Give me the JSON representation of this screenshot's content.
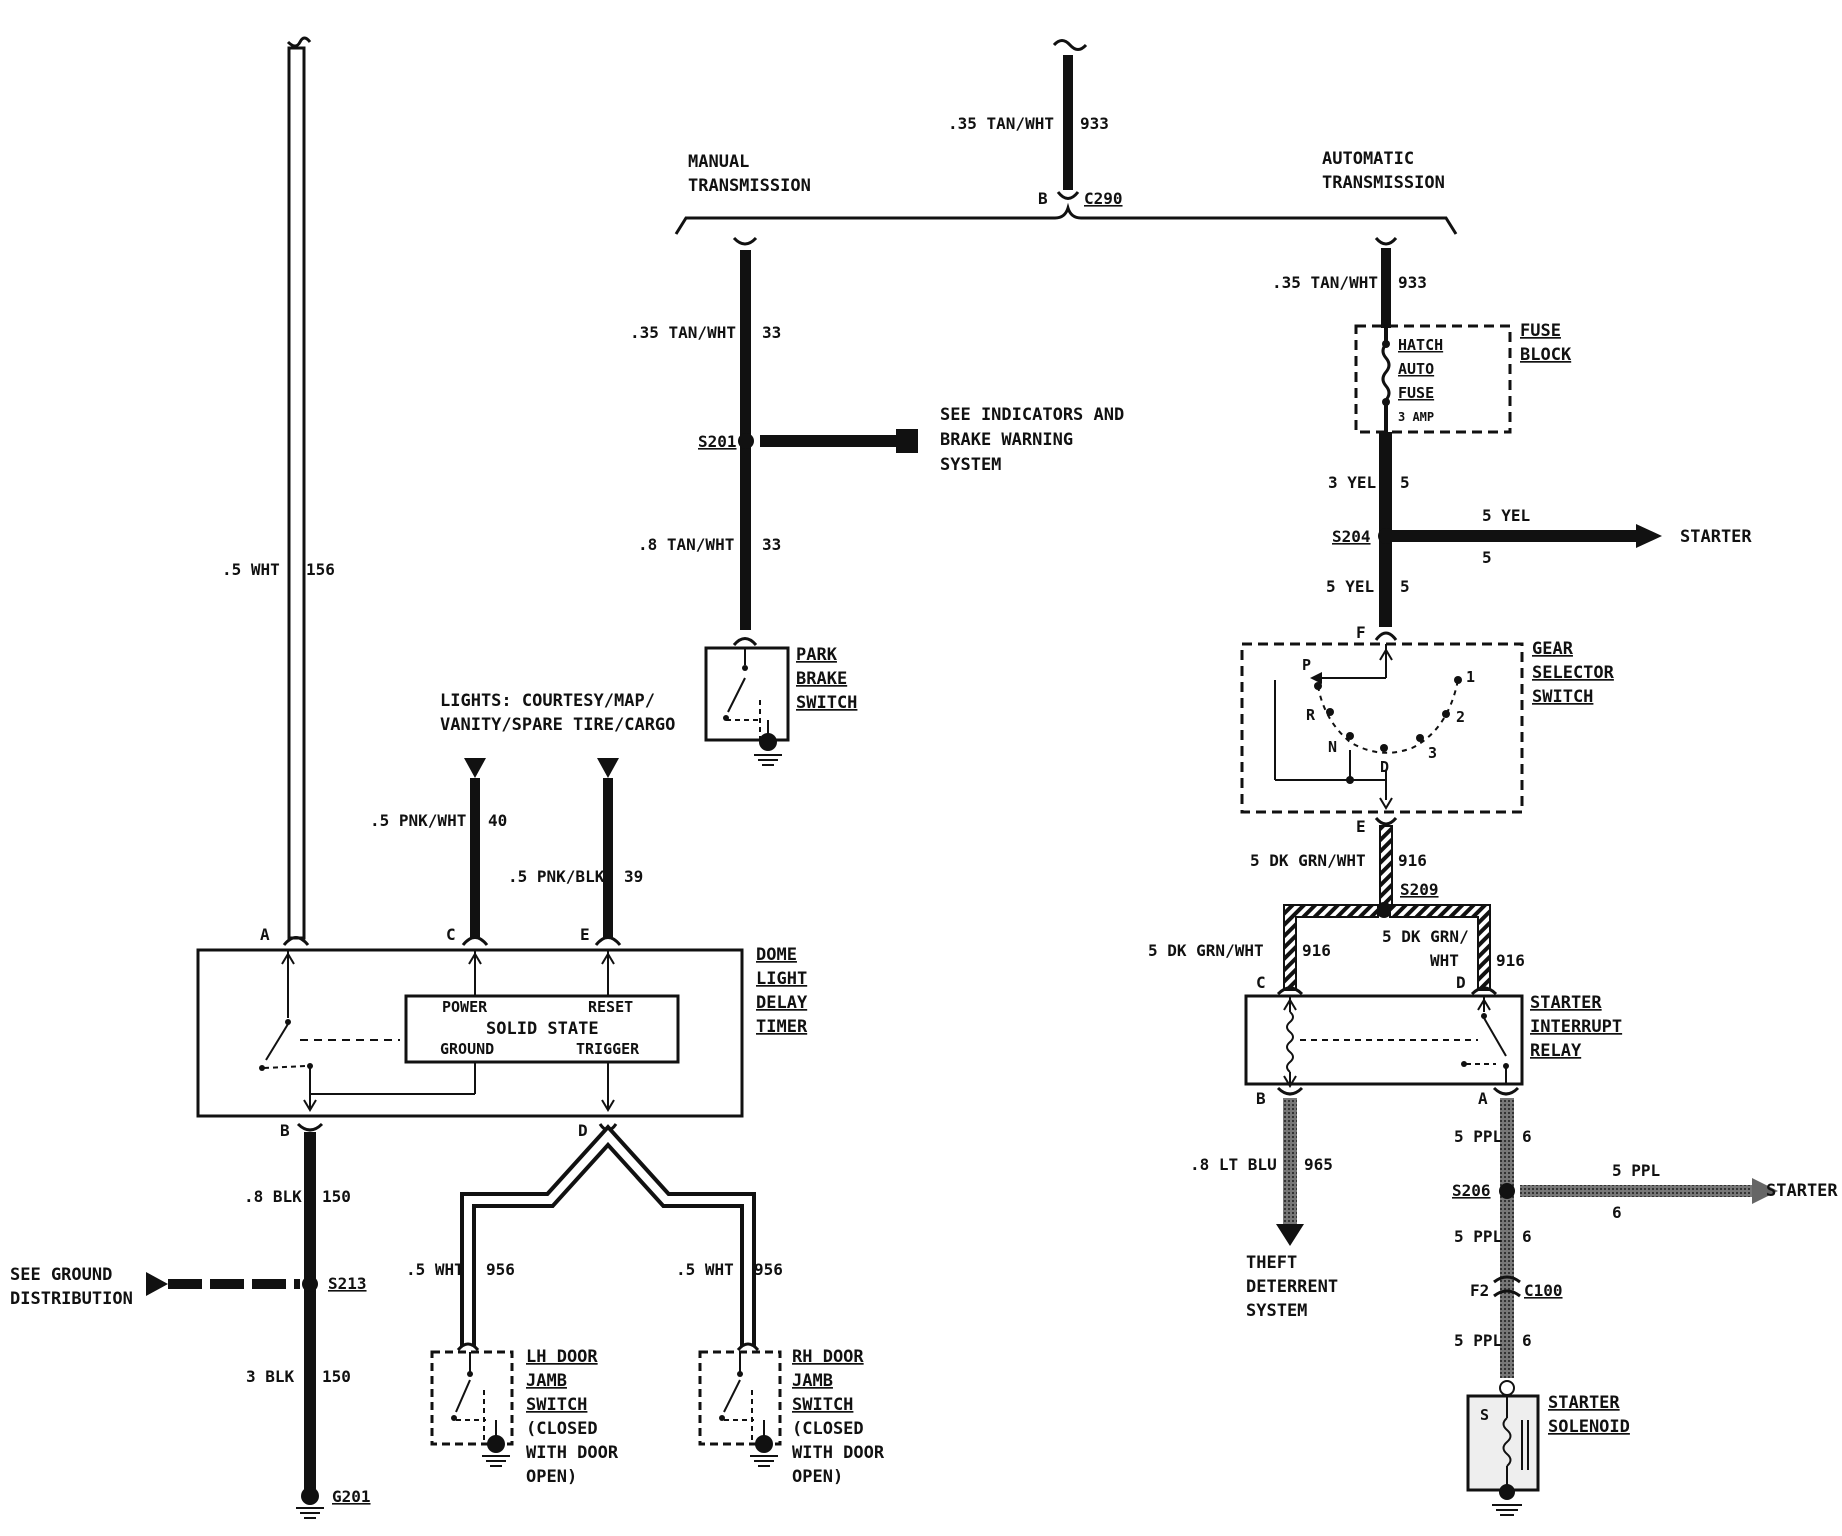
{
  "wires": {
    "wht_156": {
      "gauge": ".5 WHT",
      "circuit": "156"
    },
    "tan_933_top": {
      "gauge": ".35 TAN/WHT",
      "circuit": "933"
    },
    "tan_33_a": {
      "gauge": ".35 TAN/WHT",
      "circuit": "33"
    },
    "tan_33_b": {
      "gauge": ".8 TAN/WHT",
      "circuit": "33"
    },
    "tan_933_auto": {
      "gauge": ".35 TAN/WHT",
      "circuit": "933"
    },
    "yel_5_a": {
      "gauge": "3 YEL",
      "circuit": "5"
    },
    "yel_5_starter": {
      "gauge": "5 YEL",
      "circuit": "5"
    },
    "yel_5_b": {
      "gauge": "5 YEL",
      "circuit": "5"
    },
    "pnk_40": {
      "gauge": ".5 PNK/WHT",
      "circuit": "40"
    },
    "pnk_39": {
      "gauge": ".5 PNK/BLK",
      "circuit": "39"
    },
    "grn_916_a": {
      "gauge": "5 DK GRN/WHT",
      "circuit": "916"
    },
    "grn_916_b": {
      "gauge": "5 DK GRN/WHT",
      "circuit": "916"
    },
    "grn_916_c1": "5 DK GRN/",
    "grn_916_c2": "WHT",
    "grn_916_c_circuit": "916",
    "blk_150_a": {
      "gauge": ".8 BLK",
      "circuit": "150"
    },
    "blk_150_b": {
      "gauge": "3 BLK",
      "circuit": "150"
    },
    "wht_956_l": {
      "gauge": ".5 WHT",
      "circuit": "956"
    },
    "wht_956_r": {
      "gauge": ".5 WHT",
      "circuit": "956"
    },
    "blu_965": {
      "gauge": ".8 LT BLU",
      "circuit": "965"
    },
    "ppl_6_a": {
      "gauge": "5 PPL",
      "circuit": "6"
    },
    "ppl_6_starter": {
      "gauge": "5 PPL",
      "circuit": "6"
    },
    "ppl_6_b": {
      "gauge": "5 PPL",
      "circuit": "6"
    },
    "ppl_6_c": {
      "gauge": "5 PPL",
      "circuit": "6"
    }
  },
  "splices": {
    "s201": "S201",
    "s204": "S204",
    "s209": "S209",
    "s213": "S213",
    "s206": "S206"
  },
  "connectors": {
    "c290": "C290",
    "c290_pin": "B",
    "c100": "C100",
    "c100_pin": "F2",
    "g201": "G201"
  },
  "labels": {
    "manual": [
      "MANUAL",
      "TRANSMISSION"
    ],
    "automatic": [
      "AUTOMATIC",
      "TRANSMISSION"
    ],
    "see_indicators": [
      "SEE INDICATORS AND",
      "BRAKE WARNING",
      "SYSTEM"
    ],
    "starter_a": "STARTER",
    "starter_b": "STARTER",
    "lights": [
      "LIGHTS:  COURTESY/MAP/",
      "VANITY/SPARE TIRE/CARGO"
    ],
    "see_ground": [
      "SEE GROUND",
      "DISTRIBUTION"
    ],
    "theft": [
      "THEFT",
      "DETERRENT",
      "SYSTEM"
    ]
  },
  "components": {
    "fuse_block": [
      "FUSE",
      "BLOCK"
    ],
    "fuse": [
      "HATCH",
      "AUTO",
      "FUSE",
      "3 AMP"
    ],
    "park_brake": [
      "PARK",
      "BRAKE",
      "SWITCH"
    ],
    "gear_selector": [
      "GEAR",
      "SELECTOR",
      "SWITCH"
    ],
    "gear_positions": [
      "P",
      "R",
      "N",
      "D",
      "3",
      "2",
      "1"
    ],
    "gear_pins": [
      "F",
      "E"
    ],
    "dome_timer": [
      "DOME",
      "LIGHT",
      "DELAY",
      "TIMER"
    ],
    "solid_state": {
      "power": "POWER",
      "reset": "RESET",
      "title": "SOLID STATE",
      "ground": "GROUND",
      "trigger": "TRIGGER"
    },
    "dome_pins": [
      "A",
      "C",
      "E",
      "B",
      "D"
    ],
    "starter_relay": [
      "STARTER",
      "INTERRUPT",
      "RELAY"
    ],
    "relay_pins": [
      "C",
      "D",
      "B",
      "A"
    ],
    "lh_door": [
      "LH DOOR",
      "JAMB",
      "SWITCH",
      "(CLOSED",
      "WITH DOOR",
      "OPEN)"
    ],
    "rh_door": [
      "RH DOOR",
      "JAMB",
      "SWITCH",
      "(CLOSED",
      "WITH DOOR",
      "OPEN)"
    ],
    "starter_solenoid": [
      "STARTER",
      "SOLENOID"
    ],
    "solenoid_pin": "S"
  }
}
